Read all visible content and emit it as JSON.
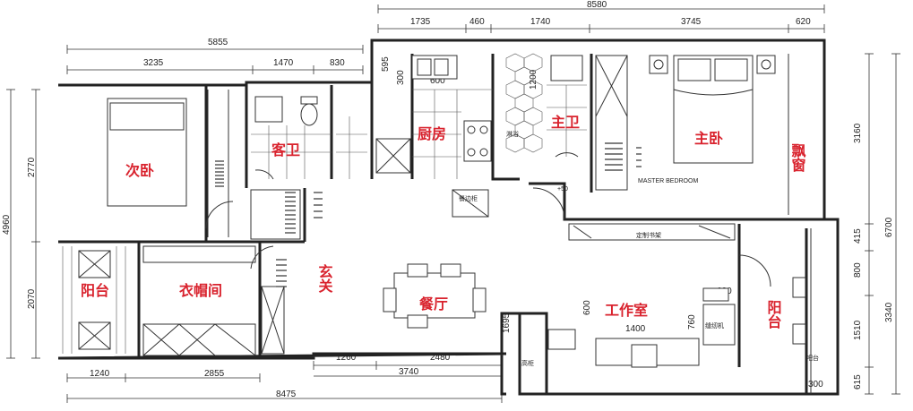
{
  "rooms": {
    "second_bedroom": "次卧",
    "guest_bath": "客卫",
    "kitchen": "厨房",
    "master_bath": "主卫",
    "master_bedroom": "主卧",
    "bay_window": "飘窗",
    "balcony_left": "阳台",
    "cloakroom": "衣帽间",
    "entrance": "玄关",
    "dining": "餐厅",
    "studio": "工作室",
    "balcony_right": "阳台"
  },
  "labels": {
    "dining_cabinet": "餐边柜",
    "master_bedroom_en": "MASTER BEDROOM",
    "custom_shelf": "定制书架",
    "sewing_machine": "缝纫机",
    "shower": "淋浴",
    "level": "+50",
    "tall_cabinet": "高柜",
    "bar": "吧台"
  },
  "dimensions": {
    "top_total": "8580",
    "top_segments": [
      "1735",
      "460",
      "1740",
      "3745",
      "620"
    ],
    "left_total": "5855",
    "left_segments": [
      "3235",
      "1470",
      "830"
    ],
    "kitchen_small": [
      "595",
      "300",
      "600"
    ],
    "master_bath_v": "1200",
    "right_v": [
      "3160",
      "6700",
      "415",
      "800",
      "1510",
      "3340",
      "615"
    ],
    "left_v": [
      "4960",
      "2770",
      "2070"
    ],
    "bottom_segments": [
      "1240",
      "2855"
    ],
    "bottom_total": "8475",
    "bottom_mid": [
      "1260",
      "2480",
      "3740"
    ],
    "studio_h": [
      "620",
      "600",
      "1400",
      "760"
    ],
    "hall_v": "1695",
    "bar_v": "300"
  }
}
